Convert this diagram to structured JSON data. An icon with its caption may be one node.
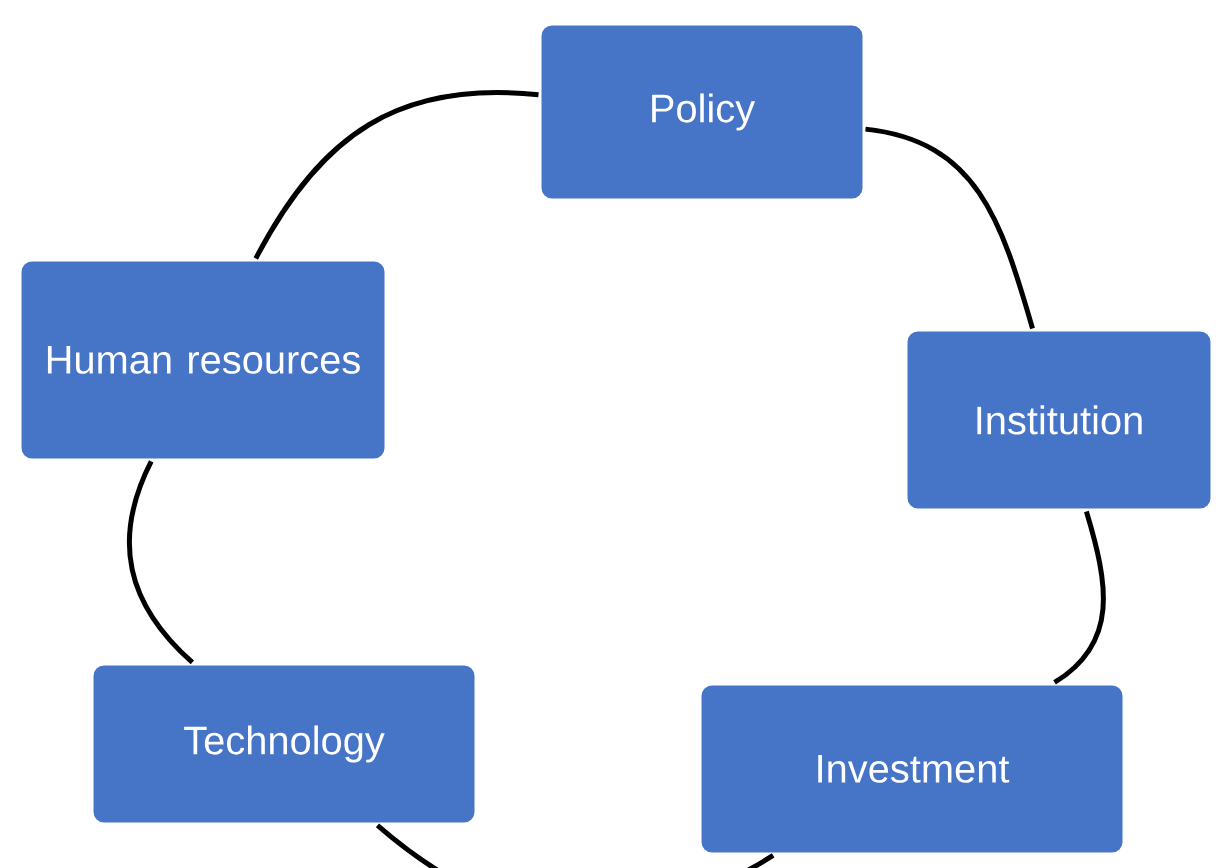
{
  "diagram": {
    "nodes": [
      {
        "text": [
          "Policy"
        ]
      },
      {
        "text": [
          "Institution"
        ]
      },
      {
        "text": [
          "Investment"
        ]
      },
      {
        "text": [
          "Technology"
        ]
      },
      {
        "text": [
          "Human resources"
        ]
      }
    ],
    "edges": [
      {
        "from": 4,
        "to": 0,
        "arrow": "none"
      },
      {
        "from": 0,
        "to": 1,
        "arrow": "none"
      },
      {
        "from": 1,
        "to": 2,
        "arrow": "none"
      },
      {
        "from": 2,
        "to": 3,
        "arrow": "none"
      },
      {
        "from": 3,
        "to": 4,
        "arrow": "none"
      }
    ]
  }
}
